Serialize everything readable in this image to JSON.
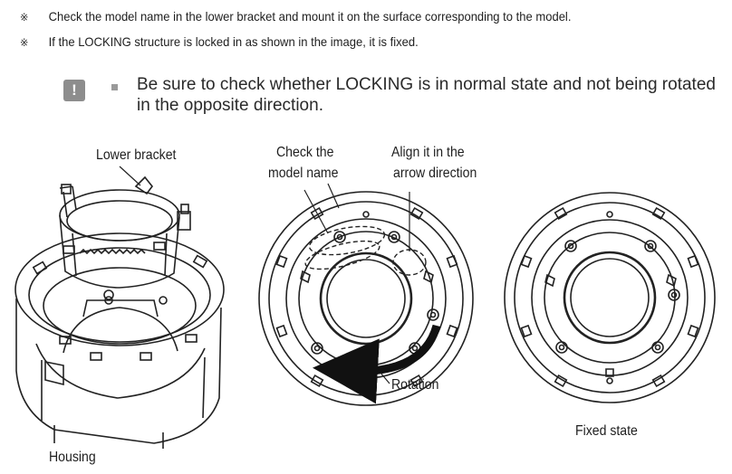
{
  "notes": [
    {
      "mark": "※",
      "text": "Check the model name in the lower bracket and mount it on the surface corresponding to the model."
    },
    {
      "mark": "※",
      "text": "If the LOCKING structure is locked in as shown in the image, it is fixed."
    }
  ],
  "caution": {
    "icon": "!",
    "text": "Be sure to check whether LOCKING is in normal state and not being rotated in the opposite direction."
  },
  "labels": {
    "lower_bracket": "Lower bracket",
    "housing": "Housing",
    "check_model_line1": "Check the",
    "check_model_line2": "model name",
    "align_line1": "Align it in the",
    "align_line2": "arrow direction",
    "rotation": "Rotation",
    "fixed_state": "Fixed state"
  }
}
